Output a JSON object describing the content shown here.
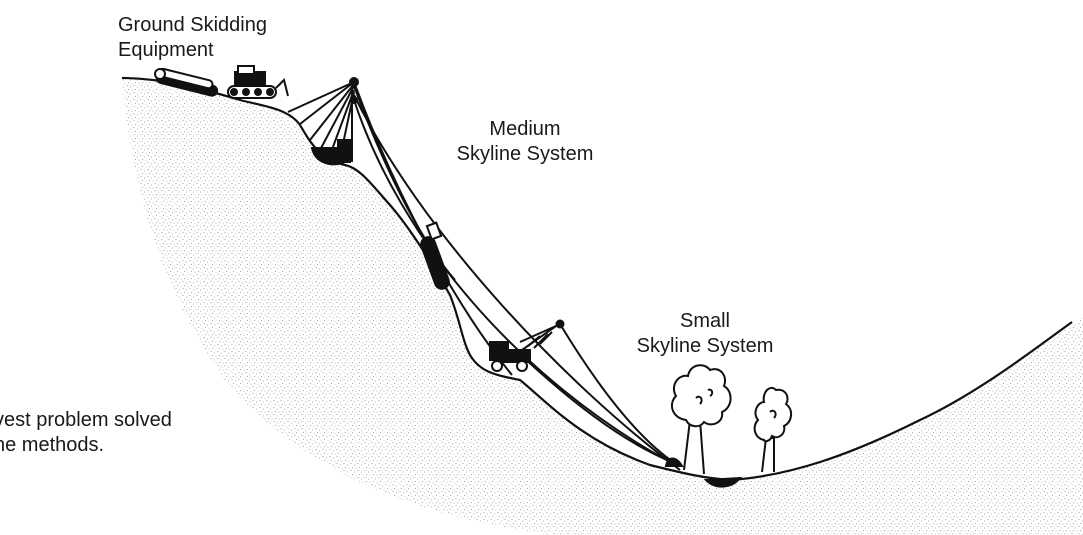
{
  "labels": {
    "ground_skidding": [
      "Ground Skidding",
      "Equipment"
    ],
    "medium_skyline": [
      "Medium",
      "Skyline System"
    ],
    "small_skyline": [
      "Small",
      "Skyline System"
    ],
    "caption": [
      "vest problem solved",
      "ne methods."
    ]
  },
  "colors": {
    "ink": "#111111",
    "stipple": "#8a8a8a",
    "background": "#ffffff"
  }
}
